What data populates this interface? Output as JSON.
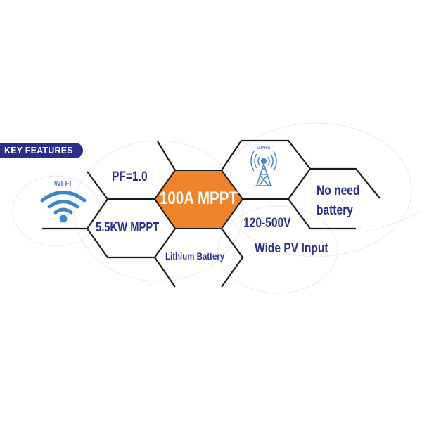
{
  "header": {
    "badge_label": "KEY FEATURES"
  },
  "features": {
    "center": "100A MPPT",
    "pf": "PF=1.0",
    "power": "5.5KW MPPT",
    "lithium": "Lithium Battery",
    "voltage": "120-500V",
    "pv_input": "Wide PV Input",
    "no_battery_line1": "No need",
    "no_battery_line2": "battery"
  },
  "icons": {
    "wifi_label": "WI-FI",
    "wifi_icon": "wifi-icon",
    "gprs_label": "GPRS",
    "gprs_icon": "cell-tower-icon"
  },
  "colors": {
    "badge_bg": "#2a2e8a",
    "text_navy": "#2b2f85",
    "center_orange": "#f0842a",
    "icon_blue": "#3b86cc",
    "line": "#1a1a1a"
  }
}
